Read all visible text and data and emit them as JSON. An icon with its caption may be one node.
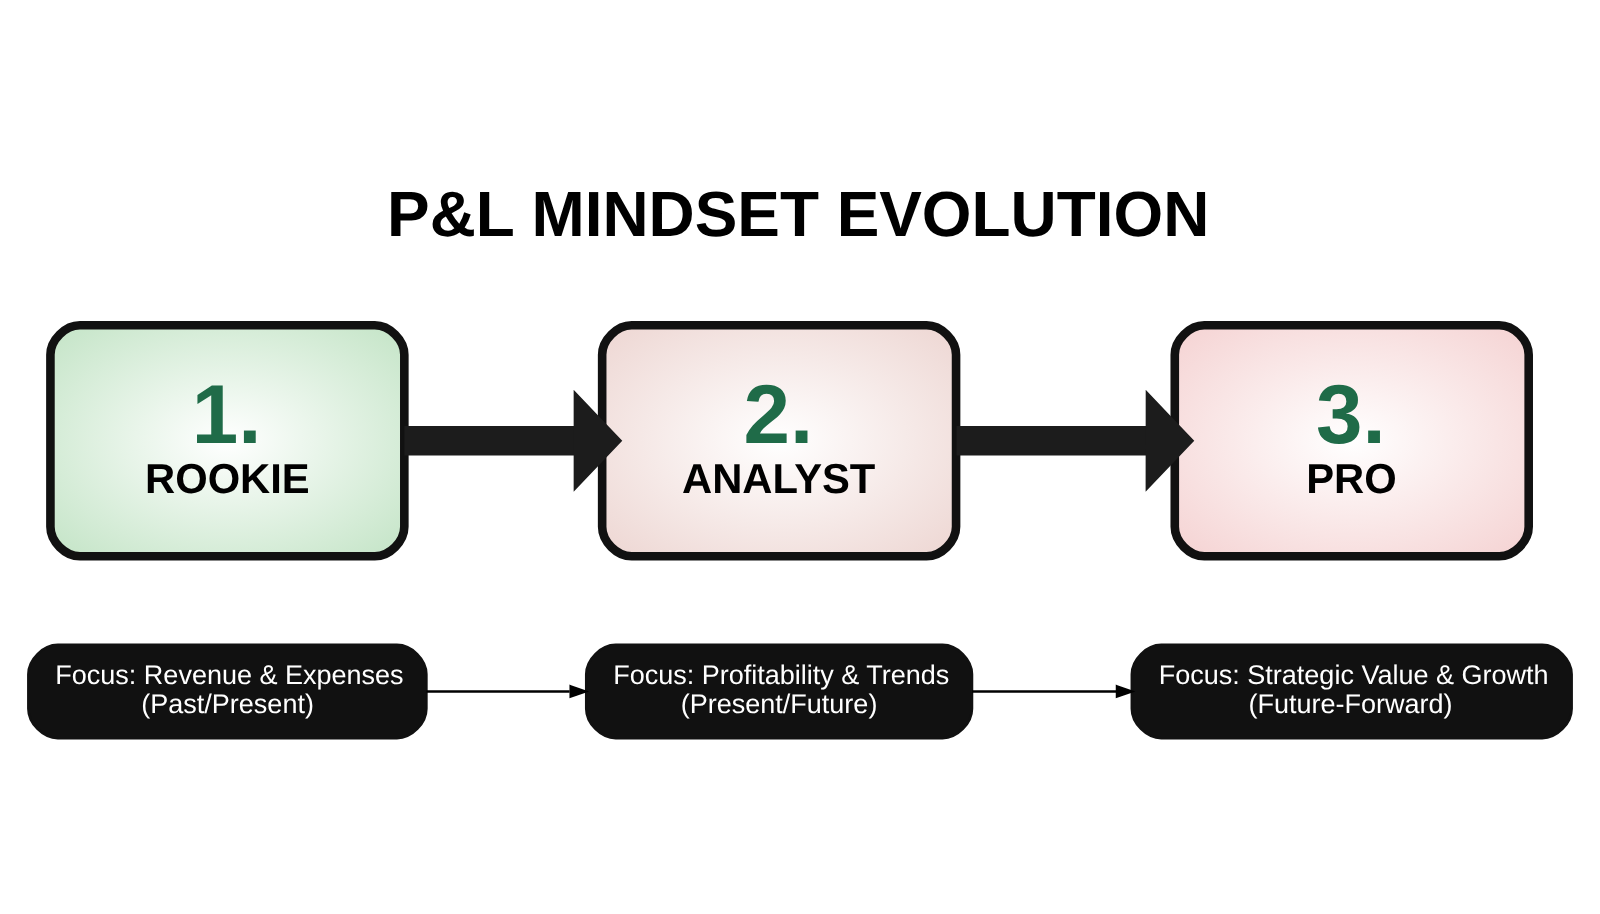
{
  "diagram": {
    "title": "P&L MINDSET EVOLUTION",
    "nodes": [
      {
        "text": [
          "1.",
          "ROOKIE"
        ]
      },
      {
        "text": [
          "2.",
          "ANALYST"
        ]
      },
      {
        "text": [
          "3.",
          "PRO"
        ]
      },
      {
        "text": [
          "Focus: Revenue & Expenses (Past/Present)"
        ]
      },
      {
        "text": [
          "Focus: Profitability & Trends (Present/Future)"
        ]
      },
      {
        "text": [
          "Focus: Strategic Value & Growth (Future-Forward)"
        ]
      }
    ],
    "edges": [
      {
        "from": 0,
        "to": 1,
        "arrow": "to",
        "style": "thick"
      },
      {
        "from": 1,
        "to": 2,
        "arrow": "to",
        "style": "thick"
      },
      {
        "from": 3,
        "to": 4,
        "arrow": "to"
      },
      {
        "from": 4,
        "to": 5,
        "arrow": "to"
      }
    ]
  }
}
